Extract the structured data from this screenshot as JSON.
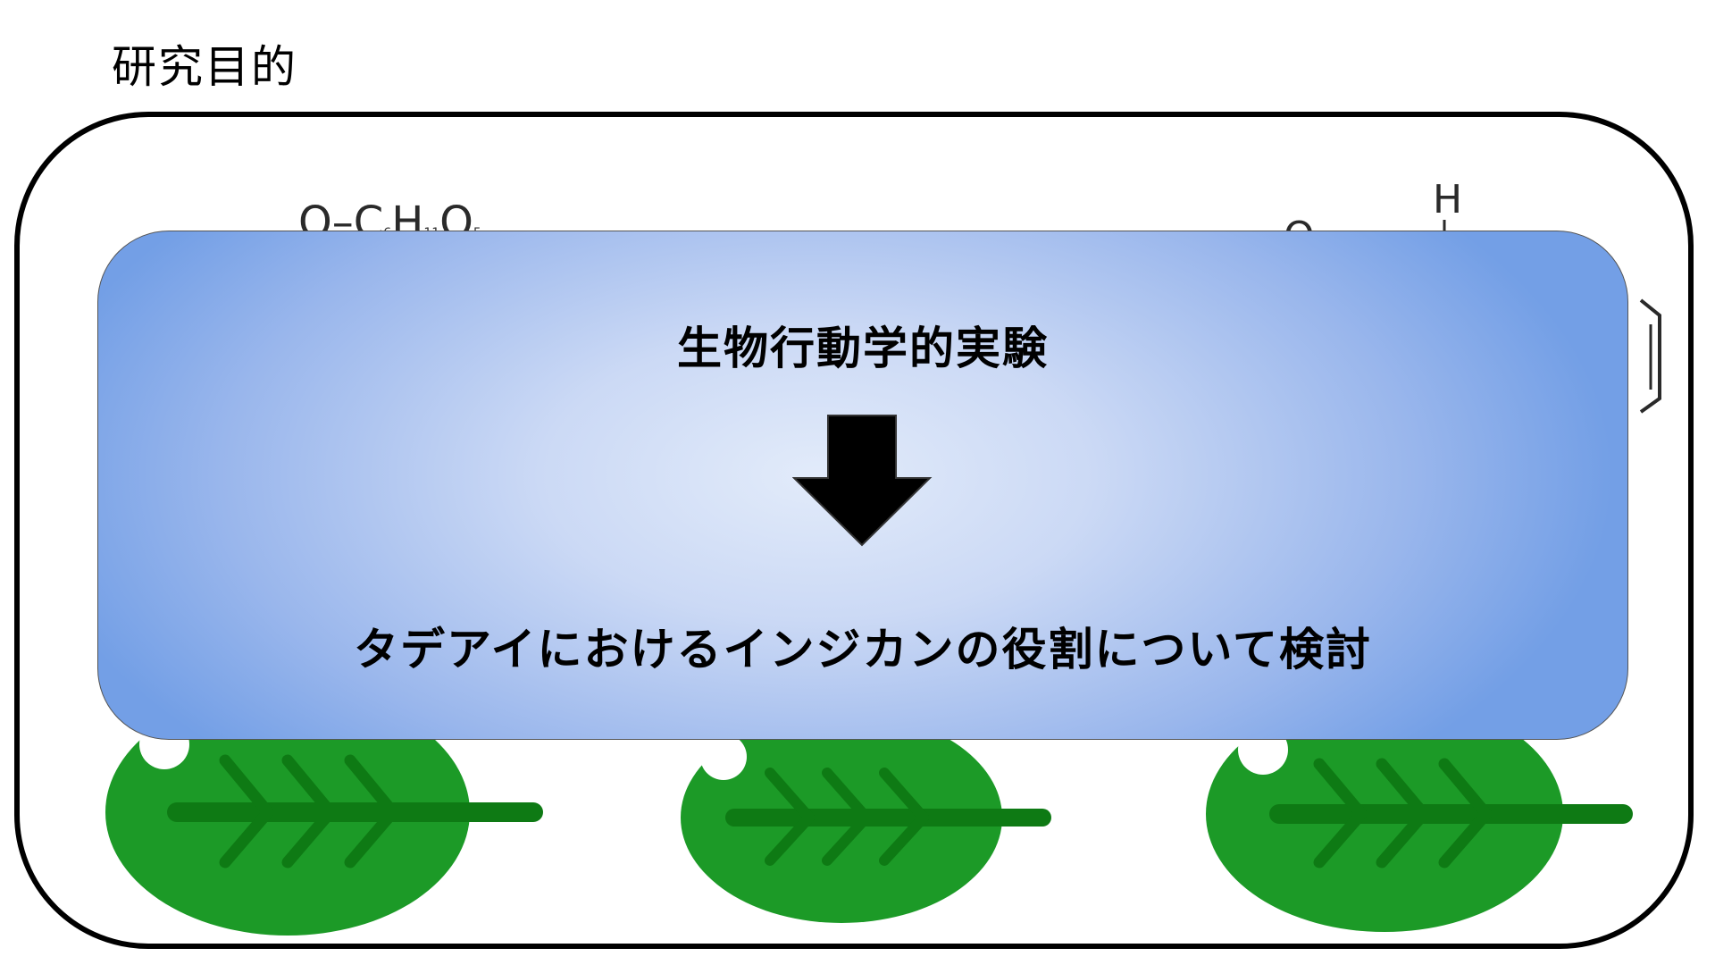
{
  "page_title": "研究目的",
  "panel": {
    "top_text": "生物行動学的実験",
    "bottom_text": "タデアイにおけるインジカンの役割について検討",
    "gradient_center_color": "#e2ebfa",
    "gradient_edge_color": "#739fe6"
  },
  "chemistry": {
    "formula_main": "O–C",
    "formula_sub1": "6",
    "formula_mid": "H",
    "formula_sub2": "11",
    "formula_end": "O",
    "formula_sub3": "5",
    "right_o": "O",
    "right_h": "H"
  },
  "colors": {
    "leaf": "#1c9a27",
    "leaf_vein": "#0e7a14",
    "frame": "#000000",
    "arrow": "#000000"
  },
  "icons": {
    "arrow": "down-arrow-icon",
    "leaf": "leaf-icon"
  }
}
